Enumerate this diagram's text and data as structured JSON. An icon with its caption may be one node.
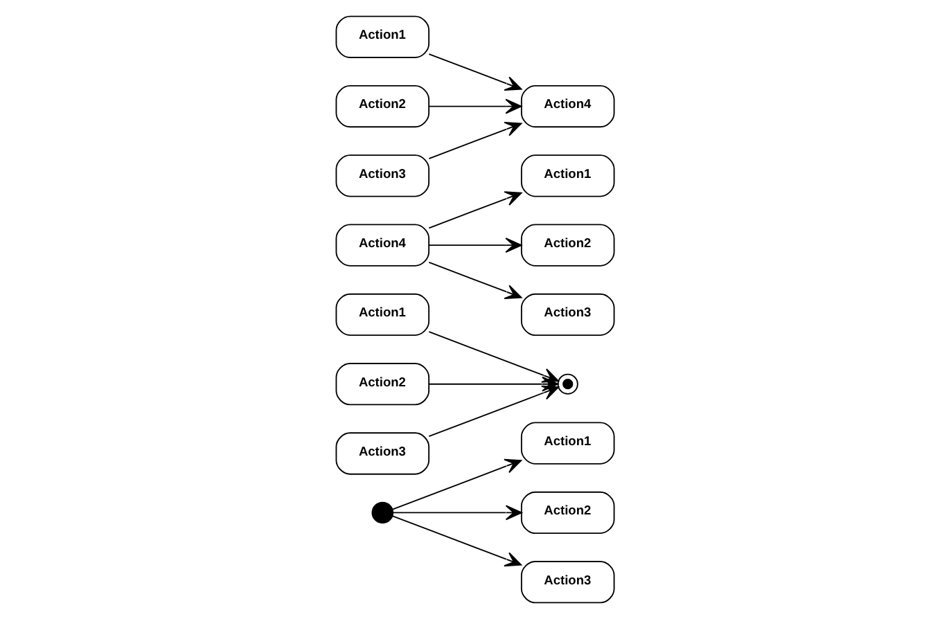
{
  "diagram": {
    "nodes": [
      {
        "text": [],
        "shape": "circle"
      },
      {
        "text": [
          "Action1"
        ]
      },
      {
        "text": [
          "Action2"
        ]
      },
      {
        "text": [
          "Action3"
        ]
      },
      {
        "text": [
          "Action1"
        ]
      },
      {
        "text": [
          "Action2"
        ]
      },
      {
        "text": [
          "Action3"
        ]
      },
      {
        "text": [],
        "shape": "bullseye"
      },
      {
        "text": [
          "Action4"
        ]
      },
      {
        "text": [
          "Action1"
        ]
      },
      {
        "text": [
          "Action2"
        ]
      },
      {
        "text": [
          "Action3"
        ]
      },
      {
        "text": [
          "Action1"
        ]
      },
      {
        "text": [
          "Action2"
        ]
      },
      {
        "text": [
          "Action3"
        ]
      },
      {
        "text": [
          "Action4"
        ]
      }
    ],
    "edges": [
      {
        "from": 0,
        "to": 1,
        "arrow": "to"
      },
      {
        "from": 0,
        "to": 2,
        "arrow": "to"
      },
      {
        "from": 0,
        "to": 3,
        "arrow": "to"
      },
      {
        "from": 4,
        "to": 7,
        "arrow": "to"
      },
      {
        "from": 5,
        "to": 7,
        "arrow": "to"
      },
      {
        "from": 6,
        "to": 7,
        "arrow": "to"
      },
      {
        "from": 8,
        "to": 9,
        "arrow": "to"
      },
      {
        "from": 8,
        "to": 10,
        "arrow": "to"
      },
      {
        "from": 8,
        "to": 11,
        "arrow": "to"
      },
      {
        "from": 12,
        "to": 15,
        "arrow": "to"
      },
      {
        "from": 13,
        "to": 15,
        "arrow": "to"
      },
      {
        "from": 14,
        "to": 15,
        "arrow": "to"
      }
    ]
  }
}
